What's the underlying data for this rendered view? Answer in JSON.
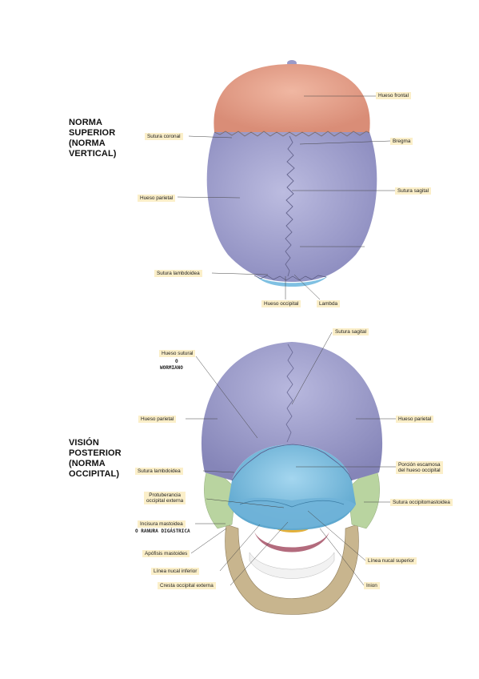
{
  "headings": {
    "superior": "NORMA\nSUPERIOR\n(NORMA\nVERTICAL)",
    "posterior": "VISIÓN\nPOSTERIOR\n(NORMA\nOCCIPITAL)"
  },
  "superior_labels": {
    "hueso_frontal": "Hueso frontal",
    "sutura_coronal": "Sutura coronal",
    "bregma": "Bregma",
    "hueso_parietal": "Hueso parietal",
    "sutura_sagital": "Sutura sagital",
    "sutura_lambdoidea": "Sutura lambdoidea",
    "hueso_occipital": "Hueso occipital",
    "lambda": "Lambda"
  },
  "posterior_labels": {
    "sutura_sagital": "Sutura sagital",
    "hueso_sutural": "Hueso sutural",
    "hueso_sutural_note_o": "O",
    "hueso_sutural_note": "WORMIANO",
    "hueso_parietal_left": "Hueso parietal",
    "hueso_parietal_right": "Hueso parietal",
    "sutura_lambdoidea": "Sutura lambdoidea",
    "porcion_escamosa": "Porción escamosa\ndel hueso occipital",
    "protuberancia": "Protuberancia\noccipital externa",
    "sutura_occipitomastoidea": "Sutura occipitomastoidea",
    "incisura_mastoidea": "Incisura mastoidea",
    "ranura_note": "O RANURA DIGÁSTRICA",
    "apofisis_mastoides": "Apófisis mastoides",
    "linea_nucal_superior": "Línea nucal superior",
    "linea_nucal_inferior": "Línea nucal inferior",
    "cresta_occipital": "Cresta occipital externa",
    "inion": "Inion"
  },
  "colors": {
    "frontal": "#e8a590",
    "parietal": "#a9a9d4",
    "occipital": "#8fc7e4",
    "temporal": "#b9d4a0",
    "mandible": "#c8b58e",
    "teeth": "#f2f2f2",
    "gum": "#b36b7d",
    "atlas": "#e3b03a",
    "label_bg": "#fbefc9"
  }
}
